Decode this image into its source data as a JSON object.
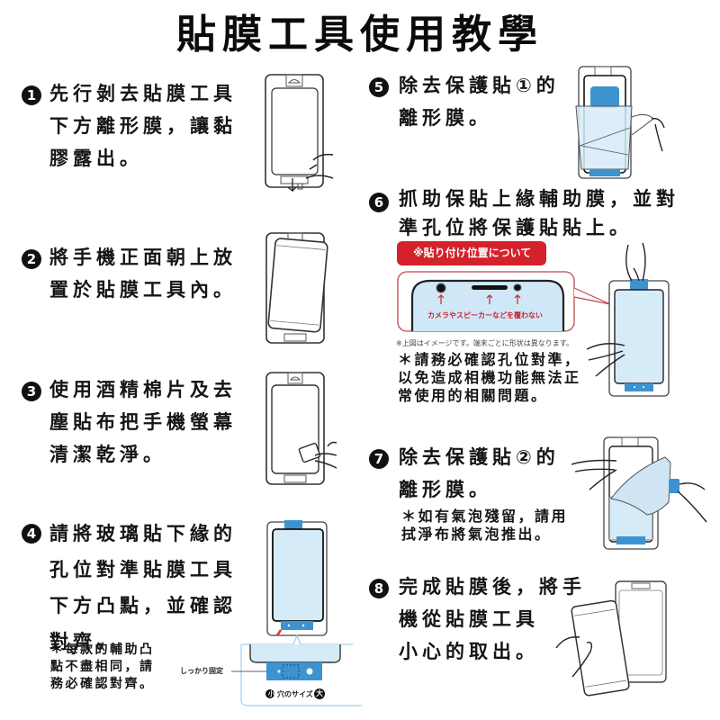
{
  "title": "貼膜工具使用教學",
  "colors": {
    "text": "#111111",
    "badge": "#111111",
    "film_blue": "#d6ebf8",
    "tab_blue": "#3d93cf",
    "accent_red": "#d4212b"
  },
  "steps": [
    {
      "number": "1",
      "text": "先行剝去貼膜工具\n下方離形膜，讓黏\n膠露出。",
      "illustration": "peel-bottom-release-film"
    },
    {
      "number": "2",
      "text": "將手機正面朝上放\n置於貼膜工具內。",
      "illustration": "place-phone-in-tool"
    },
    {
      "number": "3",
      "text": "使用酒精棉片及去\n塵貼布把手機螢幕\n清潔乾淨。",
      "illustration": "clean-screen"
    },
    {
      "number": "4",
      "text": "請將玻璃貼下緣的\n孔位對準貼膜工具\n下方凸點，並確認\n對齊。",
      "note": "＊每款的輔助凸\n點不盡相同，請\n務必確認對齊。",
      "illustration": "align-bottom-holes",
      "detail": {
        "fix_label": "しっかり固定",
        "size_small": "小",
        "size_label": "穴のサイズ",
        "size_large": "大"
      }
    },
    {
      "number": "5",
      "text": "除去保護貼①的\n離形膜。",
      "illustration": "remove-film-1"
    },
    {
      "number": "6",
      "text": "抓助保貼上緣輔助膜，並對\n準孔位將保護貼貼上。",
      "illustration": "apply-protector",
      "callout": {
        "banner": "※貼り付け位置について",
        "warning": "カメラやスピーカーなどを覆わない",
        "caption": "※上図はイメージです。端末ごとに形状は異なります。"
      },
      "note": "＊請務必確認孔位對準，\n以免造成相機功能無法正\n常使用的相關問題。"
    },
    {
      "number": "7",
      "text": "除去保護貼②的\n離形膜。",
      "note": "＊如有氣泡殘留，請用\n拭淨布將氣泡推出。",
      "illustration": "remove-film-2"
    },
    {
      "number": "8",
      "text": "完成貼膜後，將手\n機從貼膜工具\n小心的取出。",
      "illustration": "remove-phone"
    }
  ]
}
